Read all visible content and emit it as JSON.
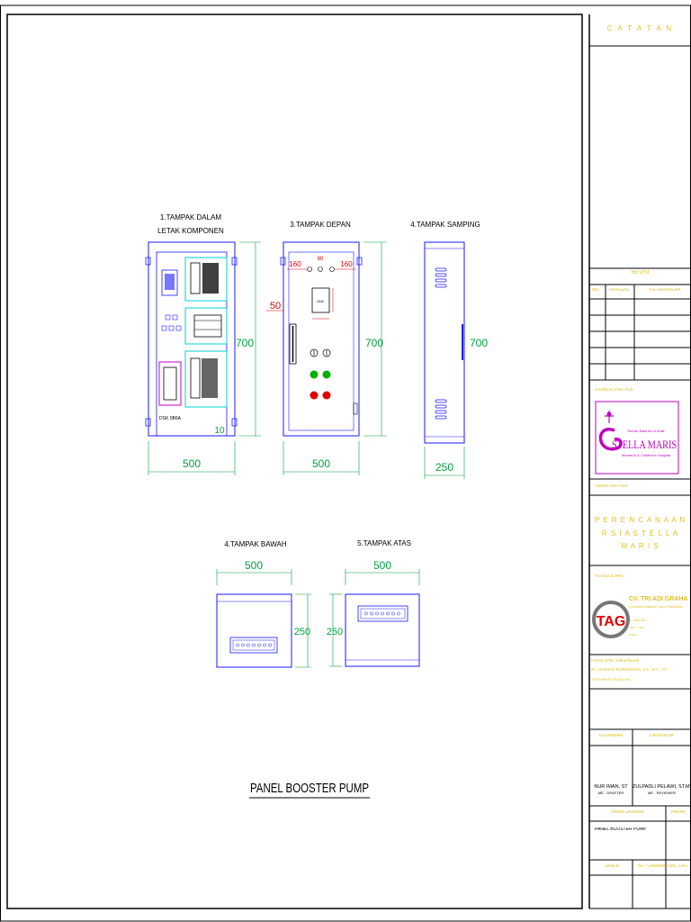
{
  "sheet": {
    "title": "PANEL BOOSTER PUMP"
  },
  "views": {
    "inside": {
      "line1": "1.TAMPAK DALAM",
      "line2": "LETAK KOMPONEN",
      "width": "500",
      "height": "700",
      "dim_small": "10",
      "component_label": "DSK 0B6A"
    },
    "front": {
      "label": "3.TAMPAK DEPAN",
      "width": "500",
      "height": "700",
      "dim_left": "160",
      "dim_right": "160",
      "dim_top": "80",
      "dim_side": "50",
      "meter_label": "DMI"
    },
    "side": {
      "label": "4.TAMPAK SAMPING",
      "width": "250",
      "height": "700"
    },
    "bottom": {
      "label": "4.TAMPAK BAWAH",
      "width": "500",
      "height": "250"
    },
    "top": {
      "label": "5.TAMPAK ATAS",
      "width": "500",
      "height": "250"
    }
  },
  "title_block": {
    "catatan": "C A T A T A N",
    "revisi": "REVISI",
    "col_no": "NO.",
    "col_tanggal": "TANGGAL",
    "col_keterangan": "KETERANGAN",
    "pemilik_label": "PEMILIK PROYEK",
    "logo_top": "Rumah Sakit Ibu & Anak",
    "logo_main": "STELLA MARIS",
    "logo_sub": "Women's & Children's Hospital",
    "nama_proyek_label": "NAMA PROYEK",
    "project_line1": "P E R E N C A N A A N",
    "project_line2": "R S I A  S T E L L A",
    "project_line3": "M A R I S",
    "konsultan_label": "KONSULTAN",
    "consultant_logo": "TAG",
    "consultant_name": "CV. TRI ADI GRAHA",
    "consultant_addr1": "Konsultan Arsitektur, Sipil & Mekanikal",
    "consultant_addr2": "Jl. Raya No. 1",
    "consultant_addr3": "Telp. / Fax",
    "consultant_addr4": "Email",
    "principal_label": "PRINCIPAL ENGINEER",
    "principal_name": "IR. ACHMAD KURNIAWAN, S.T., M.T., IAI",
    "principal_sub": "SERTIFIKAT KEAHLIAN",
    "digambar_label": "DIGAMBAR",
    "diperiksa_label": "DIPERIKSA",
    "drafter_name": "NUR IMAN, ST",
    "drafter_sub": "ME - DRAFTER",
    "checker_name": "ZULPADLI PELAWI, ST.MT",
    "checker_sub": "ME - REVIEWER",
    "nama_gambar_label": "NAMA GAMBAR",
    "paraf_label": "PARAF",
    "drawing_name": "PANEL BOOSTER PUMP",
    "skala_label": "SKALA",
    "no_gambar_label": "NO. GAMBAR",
    "jml_label": "JML. LBR"
  },
  "colors": {
    "line": "#1a1aff",
    "dim": "#00a040",
    "cyan": "#00d0d0",
    "red": "#e00000",
    "yellow": "#e0c020",
    "magenta": "#c000c0"
  }
}
